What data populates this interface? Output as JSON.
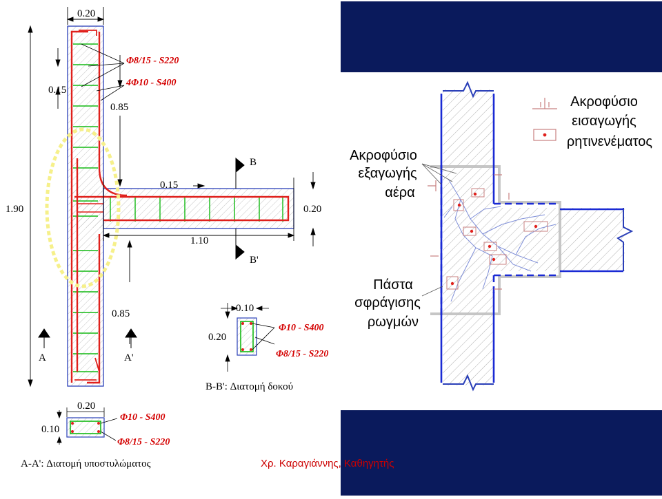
{
  "left_drawing": {
    "dims": {
      "top_width": "0.20",
      "top_offset": "0.15",
      "upper_height": "0.85",
      "total_height": "1.90",
      "beam_offset": "0.15",
      "beam_depth": "0.20",
      "beam_length": "1.10",
      "lower_height": "0.85"
    },
    "rebar_labels": {
      "stirrups_col": "Φ8/15 - S220",
      "long_col": "4Φ10 - S400"
    },
    "section_marks": {
      "b": "B",
      "b_prime": "B'",
      "a": "A",
      "a_prime": "A'"
    }
  },
  "section_bb": {
    "width": "0.10",
    "height": "0.20",
    "long_label": "Φ10 - S400",
    "stirrup_label": "Φ8/15 - S220",
    "caption": "B-B': Διατομή δοκού"
  },
  "section_aa": {
    "width": "0.20",
    "height": "0.10",
    "long_label": "Φ10 - S400",
    "stirrup_label": "Φ8/15 - S220",
    "caption": "A-A': Διατομή υποστυλώματος"
  },
  "right_drawing": {
    "label_air_outlet": [
      "Ακροφύσιο",
      "εξαγωγής",
      "αέρα"
    ],
    "label_resin_inlet": [
      "Ακροφύσιο",
      "εισαγωγής",
      "ρητινενέματος"
    ],
    "label_paste": [
      "Πάστα",
      "σφράγισης",
      "ρωγμών"
    ]
  },
  "footer": {
    "author": "Χρ. Καραγιάννης, Καθηγητής"
  },
  "colors": {
    "navy_band": "#0a1a5c",
    "rebar_red": "#e0201c",
    "stirrup_green": "#12b812",
    "outline_blue": "#2a3fb8",
    "highlight_yellow": "#f6f08a"
  }
}
